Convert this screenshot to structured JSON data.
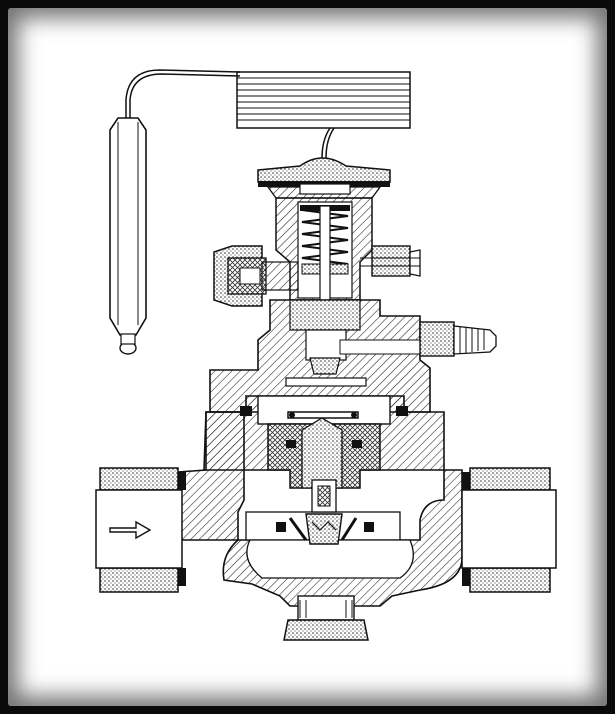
{
  "figure": {
    "subject": "thermostatic-expansion-valve-cross-section",
    "colors": {
      "background": "#ffffff",
      "frame": "#0a0a0a",
      "line": "#111111",
      "hatch": "#222222",
      "stipple": "#333333"
    },
    "parts": [
      "sensing-bulb",
      "capillary-tube",
      "capillary-coil",
      "diaphragm-head",
      "pressure-spring",
      "valve-stem",
      "adjusting-screw-cap",
      "external-equalizer-fitting",
      "pilot-orifice",
      "main-piston",
      "piston-spring",
      "main-valve-plug",
      "inlet-flange",
      "outlet-flange",
      "drain-plug",
      "flow-direction-arrow"
    ]
  }
}
